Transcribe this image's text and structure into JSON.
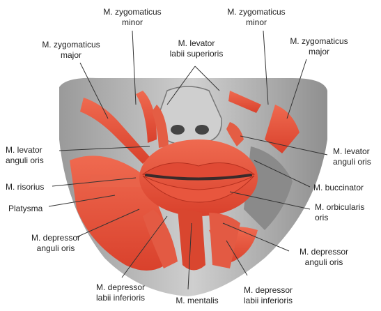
{
  "labels": {
    "zygomaticus_minor_left": [
      "M. zygomaticus",
      "minor"
    ],
    "zygomaticus_minor_right": [
      "M. zygomaticus",
      "minor"
    ],
    "zygomaticus_major_left": [
      "M. zygomaticus",
      "major"
    ],
    "zygomaticus_major_right": [
      "M. zygomaticus",
      "major"
    ],
    "levator_labii_superioris": [
      "M. levator",
      "labii superioris"
    ],
    "levator_anguli_oris_left": [
      "M. levator",
      "anguli oris"
    ],
    "levator_anguli_oris_right": [
      "M. levator",
      "anguli oris"
    ],
    "risorius": [
      "M. risorius"
    ],
    "platysma": [
      "Platysma"
    ],
    "buccinator": [
      "M. buccinator"
    ],
    "orbicularis_oris": [
      "M. orbicularis",
      "oris"
    ],
    "depressor_anguli_oris_left": [
      "M. depressor",
      "anguli oris"
    ],
    "depressor_anguli_oris_right": [
      "M. depressor",
      "anguli oris"
    ],
    "depressor_labii_inferioris_left": [
      "M. depressor",
      "labii inferioris"
    ],
    "depressor_labii_inferioris_right": [
      "M. depressor",
      "labii inferioris"
    ],
    "mentalis": [
      "M. mentalis"
    ]
  },
  "colors": {
    "muscle": "#e8503a",
    "muscle_dark": "#c93a28",
    "skin_gray": "#b9b9b9",
    "bone": "#d9d9d9",
    "lip_dark": "#3a2a2a",
    "leader_line": "#333333"
  }
}
